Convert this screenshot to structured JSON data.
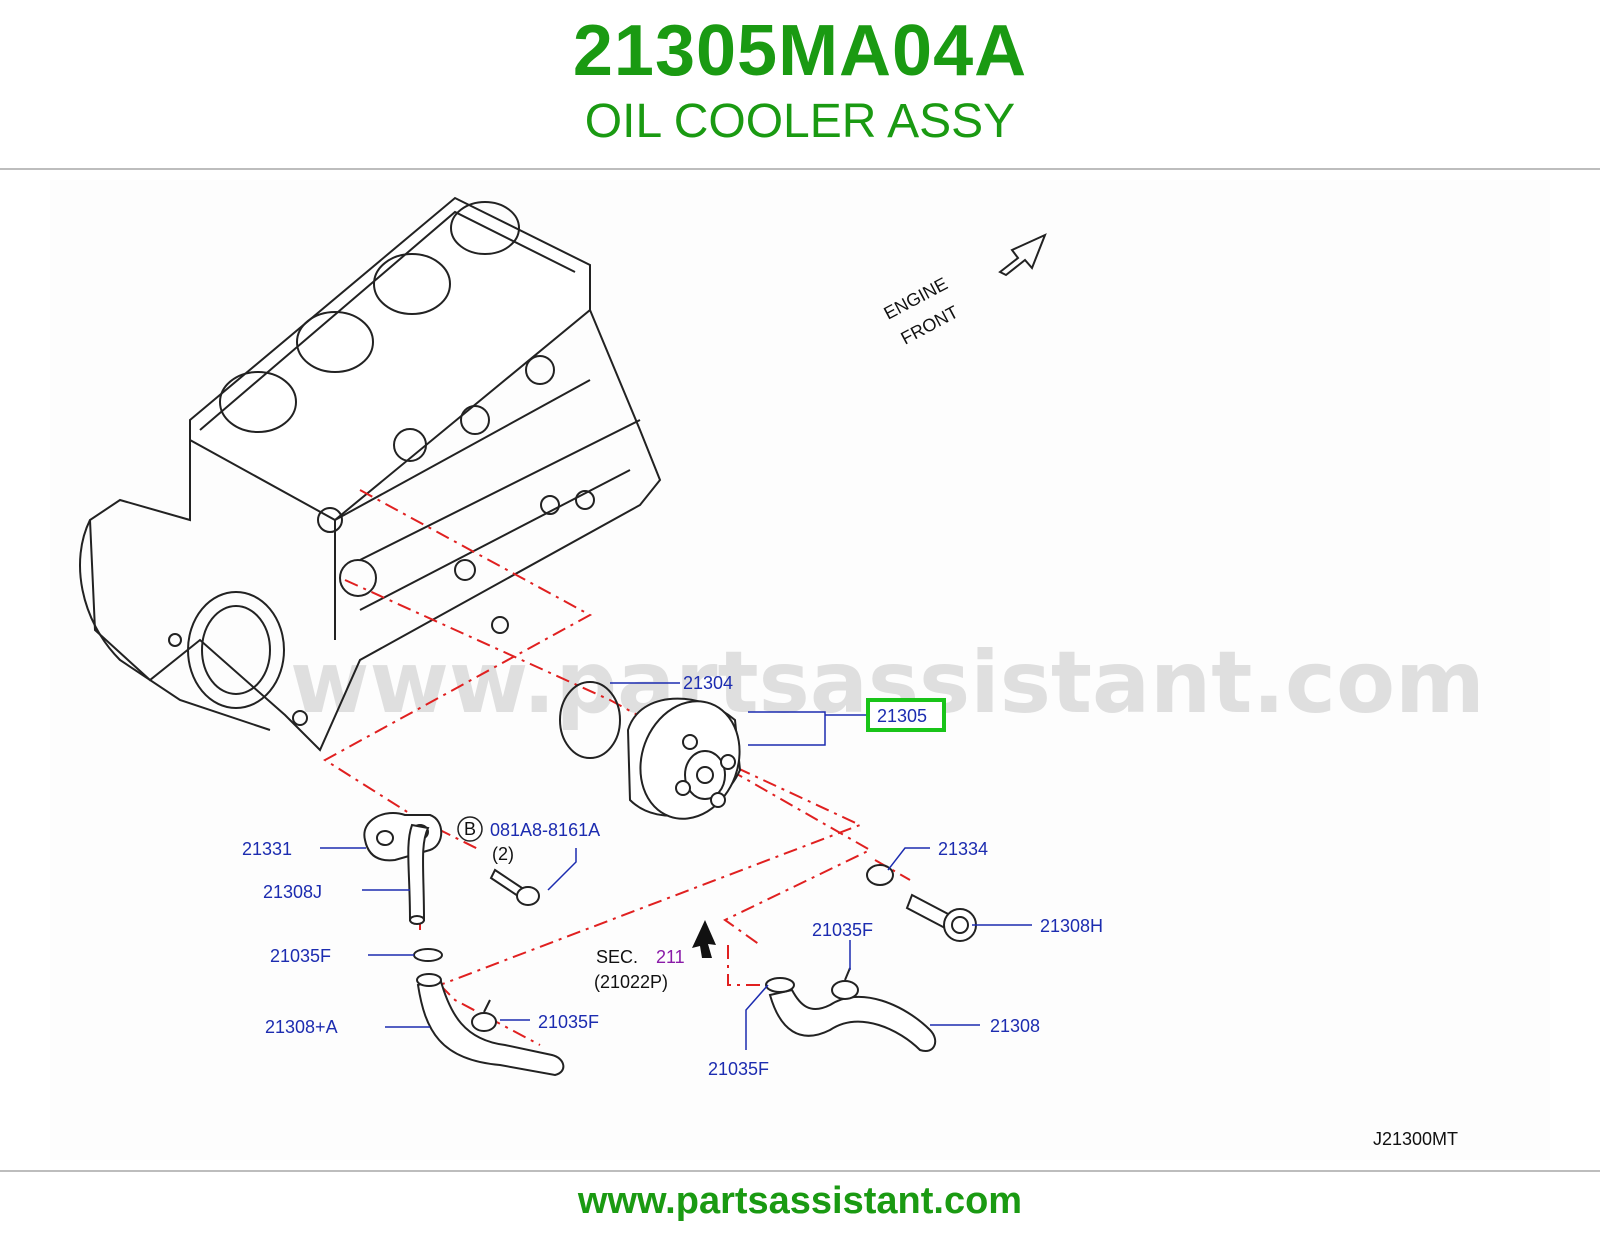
{
  "header": {
    "part_number": "21305MA04A",
    "part_name": "OIL COOLER ASSY"
  },
  "footer": {
    "url": "www.partsassistant.com"
  },
  "diagram": {
    "watermark": "www.partsassistant.com",
    "orientation": {
      "line1": "ENGINE",
      "line2": "FRONT"
    },
    "drawing_code": "J21300MT",
    "callouts": {
      "c21304": "21304",
      "c21305": "21305",
      "c21331": "21331",
      "c21308J": "21308J",
      "c21035F_1": "21035F",
      "c21308A": "21308+A",
      "c21035F_2": "21035F",
      "c081A8": "081A8-8161A",
      "c081A8_qty": "(2)",
      "c081A8_badge": "B",
      "c21334": "21334",
      "c21308H": "21308H",
      "c21035F_3": "21035F",
      "c21035F_4": "21035F",
      "c21308": "21308",
      "sec_label": "SEC.",
      "sec_number": "211",
      "sec_ref": "(21022P)"
    },
    "colors": {
      "brand_green": "#1a9a12",
      "callout_blue": "#1c2cb0",
      "guide_red": "#e02020",
      "highlight_green": "#19c419",
      "sec_purple": "#8a1aa8"
    }
  }
}
